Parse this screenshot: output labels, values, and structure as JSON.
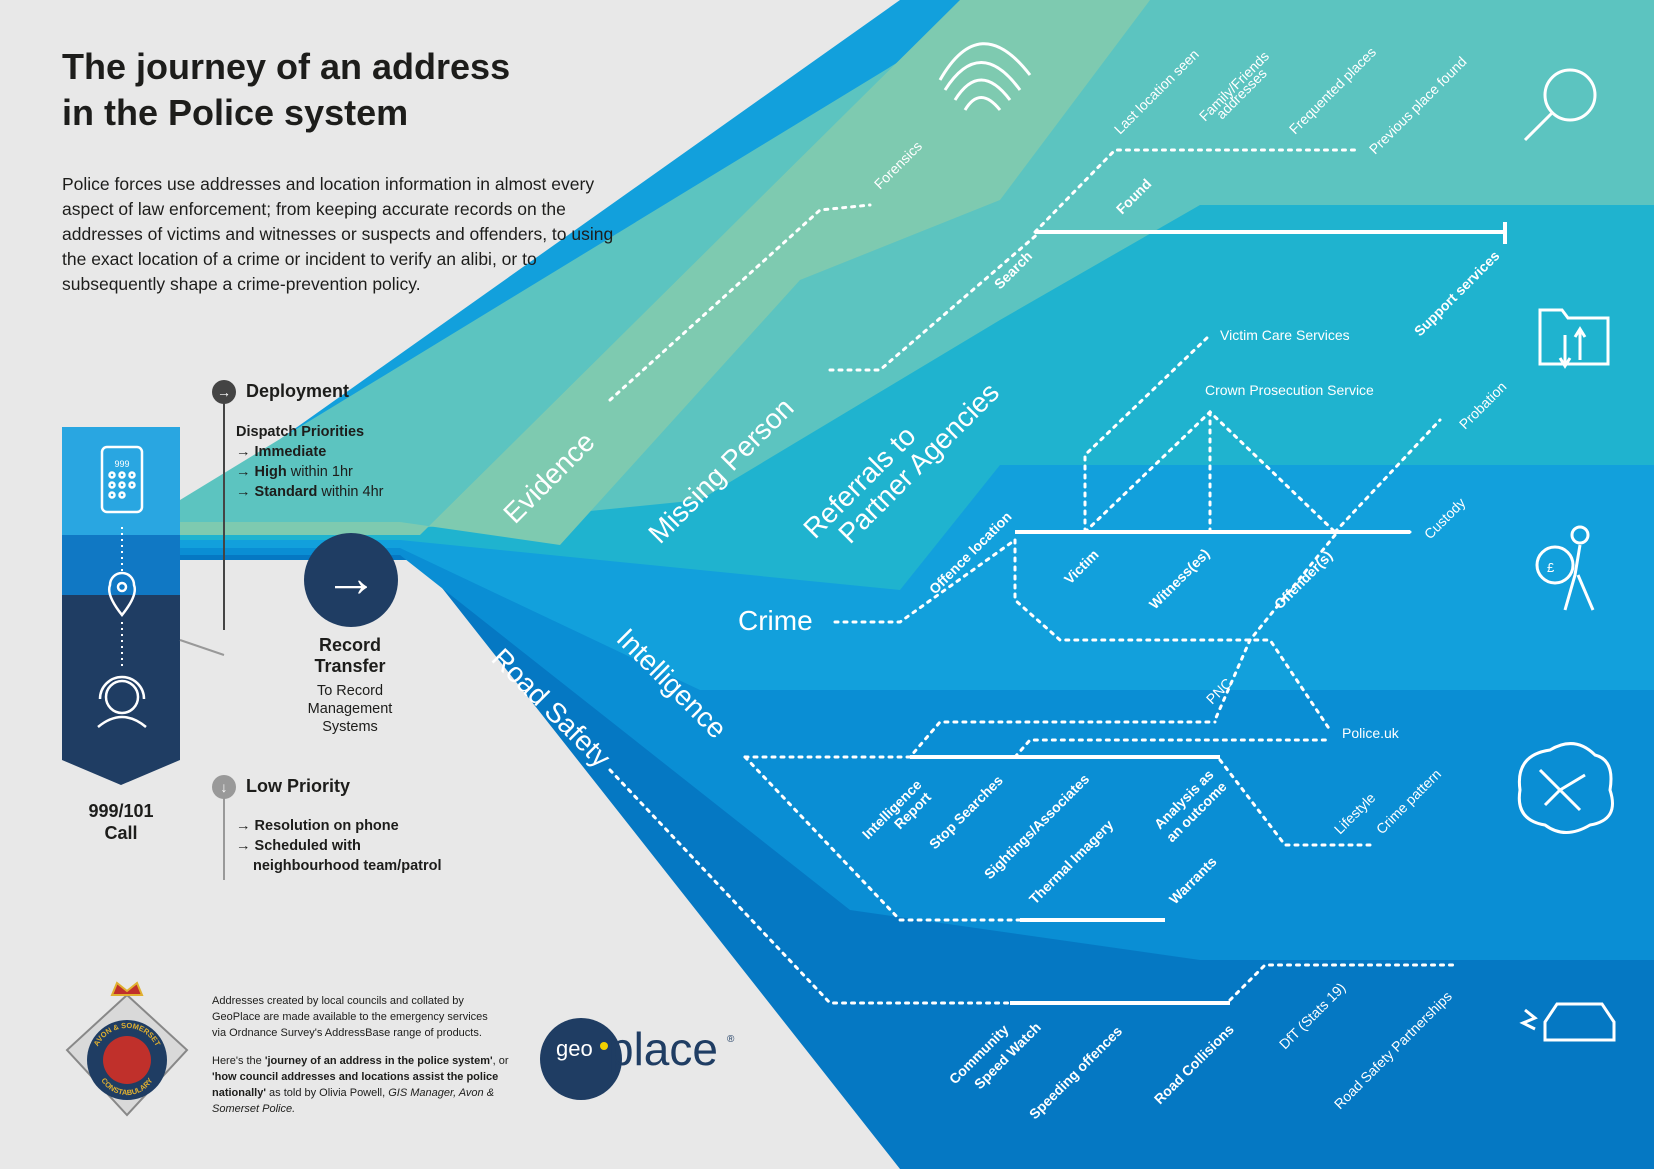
{
  "title": {
    "line1": "The journey of an address",
    "line2": "in the Police system"
  },
  "intro": "Police forces use addresses and location information in almost every aspect of law enforcement; from keeping accurate records on the addresses of victims and witnesses or suspects and offenders, to using the exact location of a crime or incident to verify an alibi, or to subsequently shape a crime-prevention policy.",
  "call": {
    "label_line1": "999/101",
    "label_line2": "Call",
    "phone_digits": "999"
  },
  "deployment": {
    "heading": "Deployment",
    "subheading": "Dispatch Priorities",
    "items": [
      {
        "bold": "Immediate",
        "rest": ""
      },
      {
        "bold": "High",
        "rest": " within 1hr"
      },
      {
        "bold": "Standard",
        "rest": " within 4hr"
      }
    ]
  },
  "record_transfer": {
    "title_line1": "Record",
    "title_line2": "Transfer",
    "sub_line1": "To Record",
    "sub_line2": "Management",
    "sub_line3": "Systems"
  },
  "low_priority": {
    "heading": "Low Priority",
    "items": [
      "Resolution on phone",
      "Scheduled with",
      "neighbourhood team/patrol"
    ]
  },
  "footer": {
    "para1_line1": "Addresses created by local councils and collated by",
    "para1_line2": "GeoPlace are made available to the emergency services",
    "para1_line3": "via Ordnance Survey's AddressBase range of products.",
    "para2_prefix": "Here's the ",
    "para2_bold1": "'journey of an address in the police system'",
    "para2_mid": ", or ",
    "para2_bold2": "'how council addresses and locations assist the police nationally'",
    "para2_suffix": " as told by Olivia Powell, ",
    "para2_italic": "GIS Manager, Avon & Somerset Police."
  },
  "logos": {
    "geoplace_geo": "geo",
    "geoplace_place": "place",
    "geoplace_reg": "®",
    "crest_top": "AVON & SOMERSET",
    "crest_bottom": "CONSTABULARY"
  },
  "streams": {
    "evidence": "Evidence",
    "missing_person": "Missing Person",
    "referrals_line1": "Referrals to",
    "referrals_line2": "Partner Agencies",
    "crime": "Crime",
    "intelligence": "Intelligence",
    "road_safety": "Road Safety"
  },
  "labels": {
    "forensics": "Forensics",
    "last_location": "Last location seen",
    "family_friends_1": "Family/Friends",
    "family_friends_2": "addresses",
    "frequented": "Frequented places",
    "previous_place": "Previous place found",
    "found": "Found",
    "search": "Search",
    "support_services": "Support services",
    "victim_care": "Victim Care Services",
    "crown_prosecution": "Crown Prosecution Service",
    "probation": "Probation",
    "offence_location": "Offence location",
    "victim": "Victim",
    "witnesses": "Witness(es)",
    "offenders": "Offender(s)",
    "custody": "Custody",
    "pnc": "PNC",
    "police_uk": "Police.uk",
    "intel_report_1": "Intelligence",
    "intel_report_2": "Report",
    "stop_searches": "Stop Searches",
    "sightings": "Sightings/Associates",
    "thermal": "Thermal Imagery",
    "analysis_1": "Analysis as",
    "analysis_2": "an outcome",
    "warrants": "Warrants",
    "lifestyle": "Lifestyle",
    "crime_pattern": "Crime pattern",
    "community_1": "Community",
    "community_2": "Speed Watch",
    "speeding": "Speeding offences",
    "road_collisions": "Road Collisions",
    "dft": "DfT (Stats 19)",
    "road_partnerships": "Road Safety Partnerships"
  },
  "icons": [
    "fingerprint-icon",
    "magnifier-icon",
    "folder-transfer-icon",
    "thief-icon",
    "brain-network-icon",
    "car-crash-icon",
    "phone-keypad-icon",
    "location-pin-icon",
    "headset-operator-icon",
    "arrow-right-icon",
    "arrow-down-icon"
  ],
  "colors": {
    "evidence": "#7ecab0",
    "missing_person": "#5cc4c0",
    "referrals": "#1fb3cf",
    "crime": "#12a0dc",
    "intelligence": "#0a8ed4",
    "road_safety": "#0578c3",
    "navy": "#1f3d63",
    "dark_text": "#1d1d1b"
  }
}
